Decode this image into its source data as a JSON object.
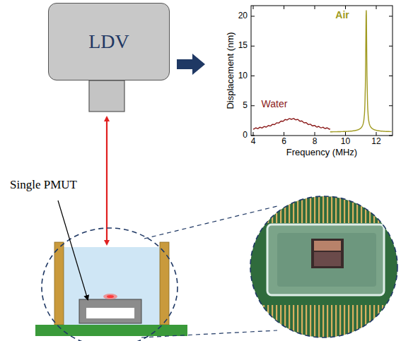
{
  "diagram": {
    "nodes": [
      {
        "text": [
          "LDV"
        ]
      }
    ],
    "labels": [
      "Single PMUT",
      "Displacement (nm)",
      "Frequency (MHz)",
      "Water",
      "Air",
      "0",
      "5",
      "10",
      "15",
      "20",
      "4",
      "6",
      "8",
      "10",
      "12"
    ]
  }
}
